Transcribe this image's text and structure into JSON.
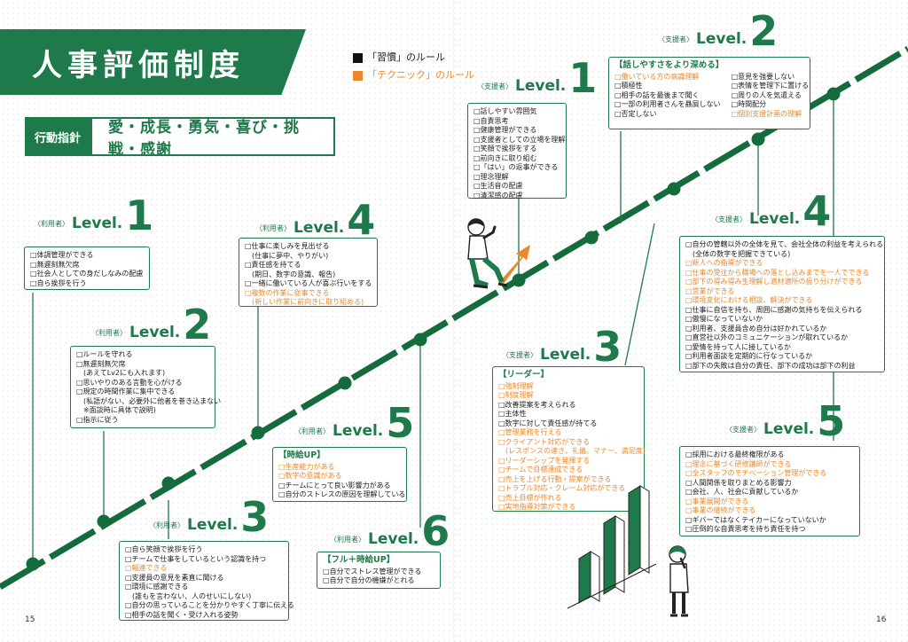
{
  "title": "人事評価制度",
  "action": {
    "label": "行動指針",
    "value": "愛・成長・勇気・喜び・挑戦・感謝"
  },
  "legend": {
    "habit": "「習慣」のルール",
    "technique": "「テクニック」のルール"
  },
  "colors": {
    "green": "#1e7a4a",
    "orange": "#e8892b",
    "black": "#111111"
  },
  "lv_word": "Level.",
  "levels": {
    "u1": {
      "who": "〈利用者〉",
      "num": "1",
      "lines": [
        {
          "t": "□体調管理ができる",
          "o": false
        },
        {
          "t": "□無遅刻無欠席",
          "o": false
        },
        {
          "t": "□社会人としての身だしなみの配慮",
          "o": false
        },
        {
          "t": "□自ら挨拶を行う",
          "o": false
        }
      ]
    },
    "u2": {
      "who": "〈利用者〉",
      "num": "2",
      "lines": [
        {
          "t": "□ルールを守れる",
          "o": false
        },
        {
          "t": "□無遅刻無欠席",
          "o": false
        },
        {
          "t": "　(あえてLv2にも入れます)",
          "o": false
        },
        {
          "t": "□思いやりのある言動を心がける",
          "o": false
        },
        {
          "t": "□規定の時間作業に集中できる",
          "o": false
        },
        {
          "t": "　(私語がない、必要外に他者を巻き込まない",
          "o": false
        },
        {
          "t": "　※面談時に具体で説明)",
          "o": false
        },
        {
          "t": "□指示に従う",
          "o": false
        }
      ]
    },
    "u3": {
      "who": "〈利用者〉",
      "num": "3",
      "lines": [
        {
          "t": "□自ら笑顔で挨拶を行う",
          "o": false
        },
        {
          "t": "□チームで仕事をしているという認識を持つ",
          "o": false
        },
        {
          "t": "□報連できる",
          "o": true
        },
        {
          "t": "□支援員の意見を素直に聞ける",
          "o": false
        },
        {
          "t": "□環境に感謝できる",
          "o": false
        },
        {
          "t": "　(誰もを言わない、人のせいにしない)",
          "o": false
        },
        {
          "t": "□自分の思っていることを分かりやすく丁寧に伝える",
          "o": false
        },
        {
          "t": "□相手の話を聞く・受け入れる姿勢",
          "o": false
        }
      ]
    },
    "u4": {
      "who": "〈利用者〉",
      "num": "4",
      "lines": [
        {
          "t": "□仕事に楽しみを見出せる",
          "o": false
        },
        {
          "t": "　(仕事に夢中、やりがい)",
          "o": false
        },
        {
          "t": "□責任感を持てる",
          "o": false
        },
        {
          "t": "　(期日、数字の意識、報告)",
          "o": false
        },
        {
          "t": "□一緒に働いている人が喜ぶ行いをする",
          "o": false
        },
        {
          "t": "□複数の作業に従事できる",
          "o": true
        },
        {
          "t": "　(新しい作業に前向きに取り組める)",
          "o": true
        }
      ]
    },
    "u5": {
      "who": "〈利用者〉",
      "num": "5",
      "head": "【時給UP】",
      "lines": [
        {
          "t": "□生産能力がある",
          "o": true
        },
        {
          "t": "□数字の意識がある",
          "o": true
        },
        {
          "t": "□チームにとって良い影響力がある",
          "o": false
        },
        {
          "t": "□自分のストレスの原因を理解している",
          "o": false
        }
      ]
    },
    "u6": {
      "who": "〈利用者〉",
      "num": "6",
      "head": "【フル＋時給UP】",
      "lines": [
        {
          "t": "□自分でストレス管理ができる",
          "o": false
        },
        {
          "t": "□自分で自分の機嫌がとれる",
          "o": false
        }
      ]
    },
    "s1": {
      "who": "〈支援者〉",
      "num": "1",
      "lines": [
        {
          "t": "□話しやすい雰囲気",
          "o": false
        },
        {
          "t": "□自責思考",
          "o": false
        },
        {
          "t": "□健康管理ができる",
          "o": false
        },
        {
          "t": "□支援者としての立場を理解",
          "o": false
        },
        {
          "t": "□笑顔で挨拶をする",
          "o": false
        },
        {
          "t": "□前向きに取り組む",
          "o": false
        },
        {
          "t": "□「はい」の返事ができる",
          "o": false
        },
        {
          "t": "□理念理解",
          "o": false
        },
        {
          "t": "□生活音の配慮",
          "o": false
        },
        {
          "t": "□清潔感の配慮",
          "o": false
        }
      ]
    },
    "s2": {
      "who": "〈支援者〉",
      "num": "2",
      "head": "【話しやすさをより深める】",
      "col1": [
        {
          "t": "□働いている方の病識理解",
          "o": true
        },
        {
          "t": "□積極性",
          "o": false
        },
        {
          "t": "□相手の話を最後まで聞く",
          "o": false
        },
        {
          "t": "□一部の利用者さんを贔屓しない",
          "o": false
        },
        {
          "t": "□否定しない",
          "o": false
        }
      ],
      "col2": [
        {
          "t": "□意見を強要しない",
          "o": false
        },
        {
          "t": "□表情を管理下に置ける",
          "o": false
        },
        {
          "t": "□周りの人を気遣える",
          "o": false
        },
        {
          "t": "□時間配分",
          "o": false
        },
        {
          "t": "□個別支援計画の理解",
          "o": true
        }
      ]
    },
    "s3": {
      "who": "〈支援者〉",
      "num": "3",
      "head": "【リーダー】",
      "lines": [
        {
          "t": "□強制理解",
          "o": true
        },
        {
          "t": "□制度理解",
          "o": true
        },
        {
          "t": "□改善提案を考えられる",
          "o": false
        },
        {
          "t": "□主体性",
          "o": false
        },
        {
          "t": "□数字に対して責任感が持てる",
          "o": false
        },
        {
          "t": "□管理業務を行える",
          "o": true
        },
        {
          "t": "□クライアント対応ができる",
          "o": true
        },
        {
          "t": "　(レスポンスの速さ、礼儀、マナー、満足度)",
          "o": true
        },
        {
          "t": "□リーダーシップを発揮する",
          "o": true
        },
        {
          "t": "□チームで目標達成できる",
          "o": true
        },
        {
          "t": "□売上を上げる行動・提案ができる",
          "o": true
        },
        {
          "t": "□トラブル対応・クレーム対応ができる",
          "o": true
        },
        {
          "t": "□売上目標が作れる",
          "o": true
        },
        {
          "t": "□実地指導対策ができる",
          "o": true
        }
      ]
    },
    "s4": {
      "who": "〈支援者〉",
      "num": "4",
      "lines": [
        {
          "t": "□自分の管轄以外の全体を見て、会社全体の利益を考えられる",
          "o": false
        },
        {
          "t": "　(全体の数字を把握できている)",
          "o": false
        },
        {
          "t": "□新人への指導ができる",
          "o": true
        },
        {
          "t": "□仕事の受注から職場への落とし込みまでを一人でできる",
          "o": true
        },
        {
          "t": "□部下の得み得み生理解し適材適所の振り分けができる",
          "o": true
        },
        {
          "t": "□営業ができる",
          "o": true
        },
        {
          "t": "□環境変化における相談、解決ができる",
          "o": true
        },
        {
          "t": "□仕事に自信を持ち、周囲に感謝の気持ちを伝えられる",
          "o": false
        },
        {
          "t": "□傲慢になっていないか",
          "o": false
        },
        {
          "t": "□利用者、支援員含め自分は好かれているか",
          "o": false
        },
        {
          "t": "□直営社以外のコミュニケーションが取れているか",
          "o": false
        },
        {
          "t": "□愛情を持って人に接しているか",
          "o": false
        },
        {
          "t": "□利用者面談を定期的に行なっているか",
          "o": false
        },
        {
          "t": "□部下の失敗は自分の責任、部下の成功は部下の利益",
          "o": false
        }
      ]
    },
    "s5": {
      "who": "〈支援者〉",
      "num": "5",
      "lines": [
        {
          "t": "□採用における最終権限がある",
          "o": false
        },
        {
          "t": "□理念に基づく研修講師ができる",
          "o": true
        },
        {
          "t": "□全スタッフのモチベーション管理ができる",
          "o": true
        },
        {
          "t": "□人間関係を取りまとめる影響力",
          "o": false
        },
        {
          "t": "□会社、人、社会に貢献しているか",
          "o": false
        },
        {
          "t": "□事業展開ができる",
          "o": true
        },
        {
          "t": "□事業の継続ができる",
          "o": true
        },
        {
          "t": "□ギバーではなくテイカーになっていないか",
          "o": false
        },
        {
          "t": "□圧倒的な自責思考を持ち責任を持つ",
          "o": false
        }
      ]
    }
  },
  "pages": {
    "left": "15",
    "right": "16"
  }
}
